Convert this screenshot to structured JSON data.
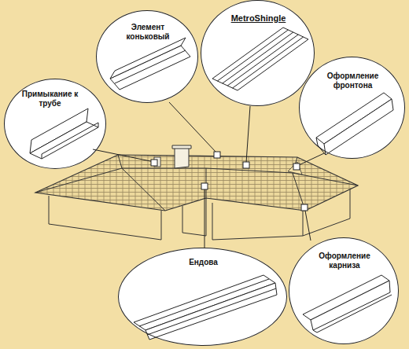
{
  "diagram": {
    "nodes": [
      {
        "text": [
          "Элемент коньковый"
        ]
      },
      {
        "text": [
          "MetroShingle"
        ]
      },
      {
        "text": [
          "Примыкание к трубе"
        ]
      },
      {
        "text": [
          "Оформление фронтона"
        ]
      },
      {
        "text": [
          "Ендова"
        ]
      },
      {
        "text": [
          "Оформление карниза"
        ]
      }
    ]
  }
}
